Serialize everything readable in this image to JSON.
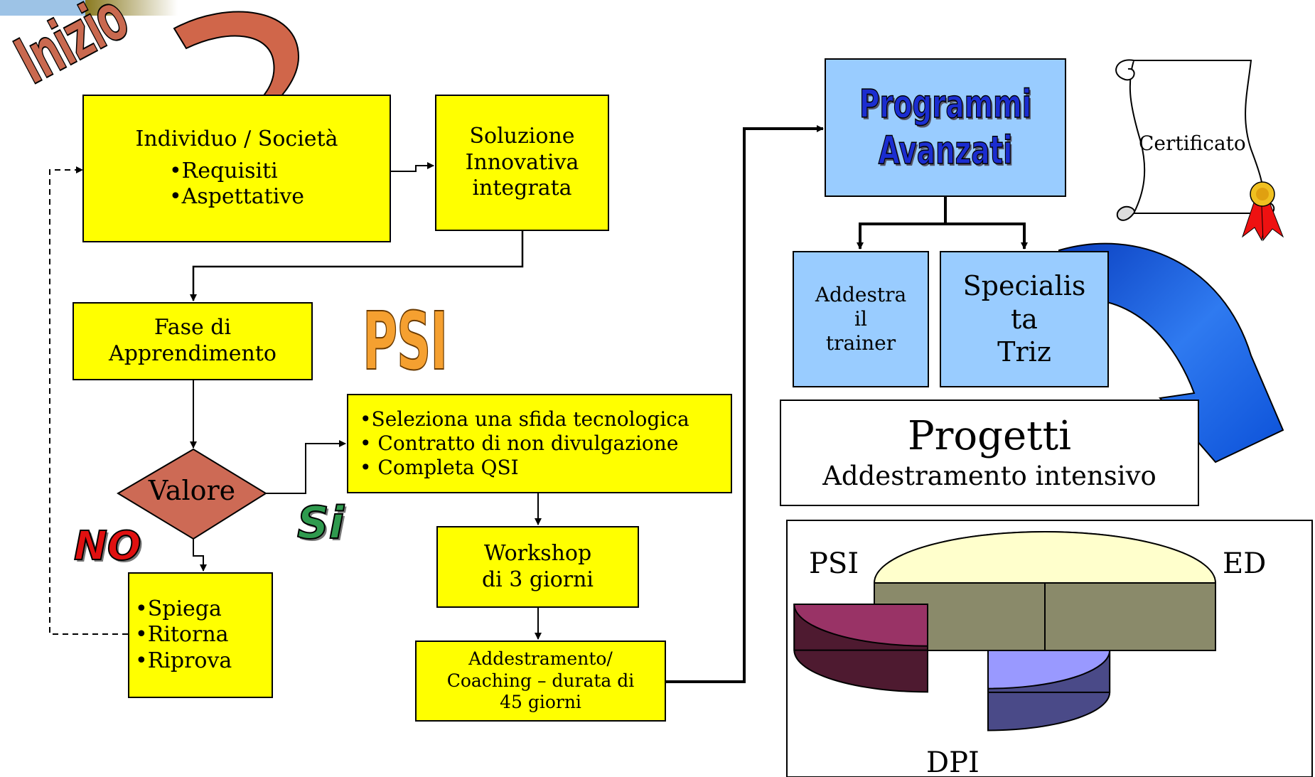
{
  "start_label": "Inizio",
  "psi_label": "PSI",
  "yes_label": "Si",
  "no_label": "NO",
  "decision": {
    "label": "Valore"
  },
  "boxes": {
    "individuo": {
      "title": "Individuo / Società",
      "items": [
        "•Requisiti",
        "•Aspettative"
      ]
    },
    "soluzione": {
      "lines": [
        "Soluzione",
        "Innovativa",
        "integrata"
      ]
    },
    "fase": {
      "lines": [
        "Fase di",
        "Apprendimento"
      ]
    },
    "sfida": {
      "items": [
        "•Seleziona una sfida tecnologica",
        "• Contratto di non divulgazione",
        "• Completa QSI"
      ]
    },
    "workshop": {
      "lines": [
        "Workshop",
        "di 3 giorni"
      ]
    },
    "coaching": {
      "lines": [
        "Addestramento/",
        "Coaching – durata  di",
        "45 giorni"
      ]
    },
    "spiega": {
      "items": [
        "•Spiega",
        "•Ritorna",
        "•Riprova"
      ]
    },
    "programmi": {
      "lines": [
        "Programmi",
        "Avanzati"
      ]
    },
    "addestra": {
      "lines": [
        "Addestra",
        "il",
        "trainer"
      ]
    },
    "specialista": {
      "lines": [
        "Specialis",
        "ta",
        "Triz"
      ]
    },
    "progetti": {
      "title": "Progetti",
      "subtitle": "Addestramento intensivo"
    }
  },
  "certificate": {
    "label": "Certificato"
  },
  "chart_data": {
    "type": "pie",
    "categories": [
      "ED",
      "DPI",
      "PSI"
    ],
    "values": [
      50,
      25,
      25
    ],
    "labels": [
      "ED",
      "DPI",
      "PSI"
    ]
  },
  "colors": {
    "box_yellow": "#ffff00",
    "box_blue": "#99ccff",
    "arrow_red": "#d0664a",
    "psi_orange": "#f5a030",
    "yes_green": "#2f9a4e",
    "no_red": "#e01010",
    "decision_fill": "#cd6a55",
    "pie_ed": "#ffffcc",
    "pie_dpi": "#9999ff",
    "pie_psi": "#993366",
    "big_arrow_blue": "#1e6ae0"
  }
}
